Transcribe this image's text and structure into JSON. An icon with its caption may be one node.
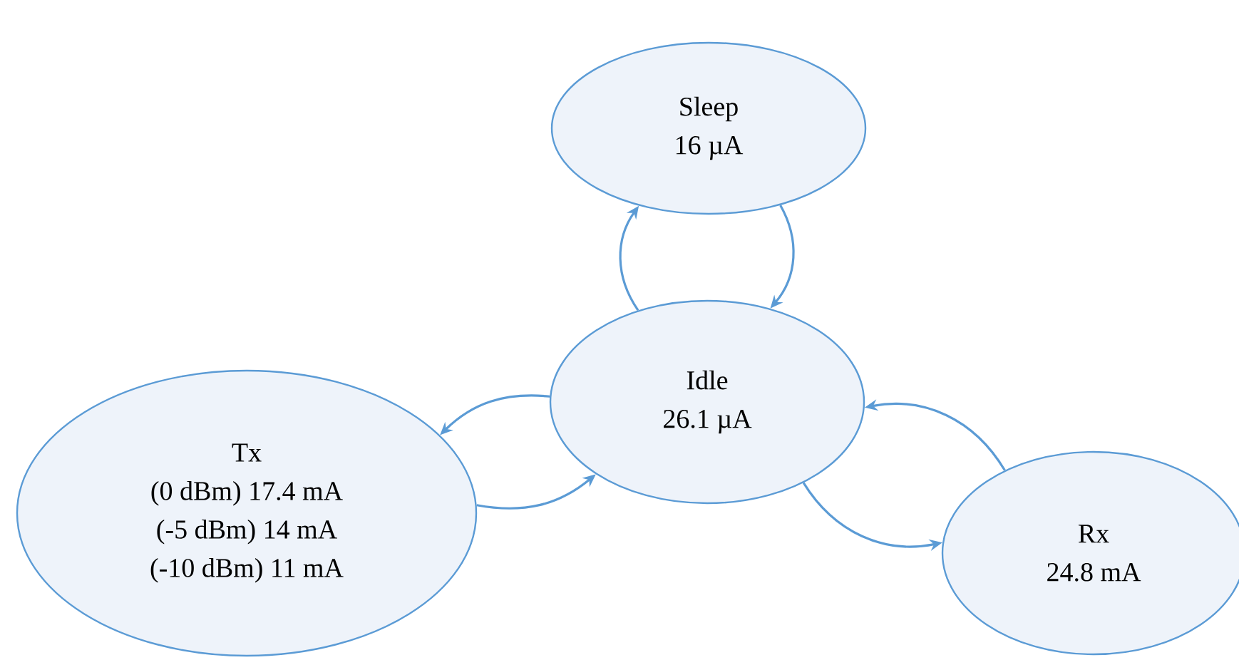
{
  "diagram": {
    "nodes": [
      {
        "text": [
          "Sleep",
          "16 µA"
        ]
      },
      {
        "text": [
          "Idle",
          "26.1 µA"
        ]
      },
      {
        "text": [
          "Tx",
          "(0 dBm) 17.4 mA",
          "(-5 dBm) 14 mA",
          "(-10 dBm) 11 mA"
        ]
      },
      {
        "text": [
          "Rx",
          "24.8 mA"
        ]
      }
    ],
    "edges": [
      {
        "from": 1,
        "to": 0,
        "arrow": "to"
      },
      {
        "from": 0,
        "to": 1,
        "arrow": "to"
      },
      {
        "from": 1,
        "to": 2,
        "arrow": "to"
      },
      {
        "from": 2,
        "to": 1,
        "arrow": "to"
      },
      {
        "from": 1,
        "to": 3,
        "arrow": "to"
      },
      {
        "from": 3,
        "to": 1,
        "arrow": "to"
      }
    ]
  }
}
